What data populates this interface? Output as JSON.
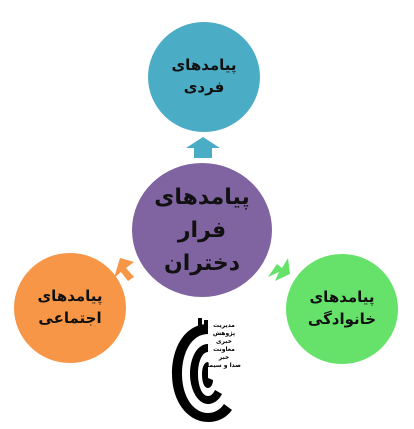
{
  "diagram": {
    "center": {
      "label": "پیامدهای\nفرار\nدختران",
      "color": "#8064a2"
    },
    "top": {
      "label": "پیامدهای\nفردی",
      "color": "#4bacc6"
    },
    "left": {
      "label": "پیامدهای\nاجتماعی",
      "color": "#f79646"
    },
    "right": {
      "label": "پیامدهای\nخانوادگی",
      "color": "#66e26b"
    }
  },
  "logo": {
    "text": "مدیریت\nپژوهش\nخبری\nمعاونت\nخبر\nصدا و سیما",
    "icon": "iribnews-research-logo-icon"
  }
}
